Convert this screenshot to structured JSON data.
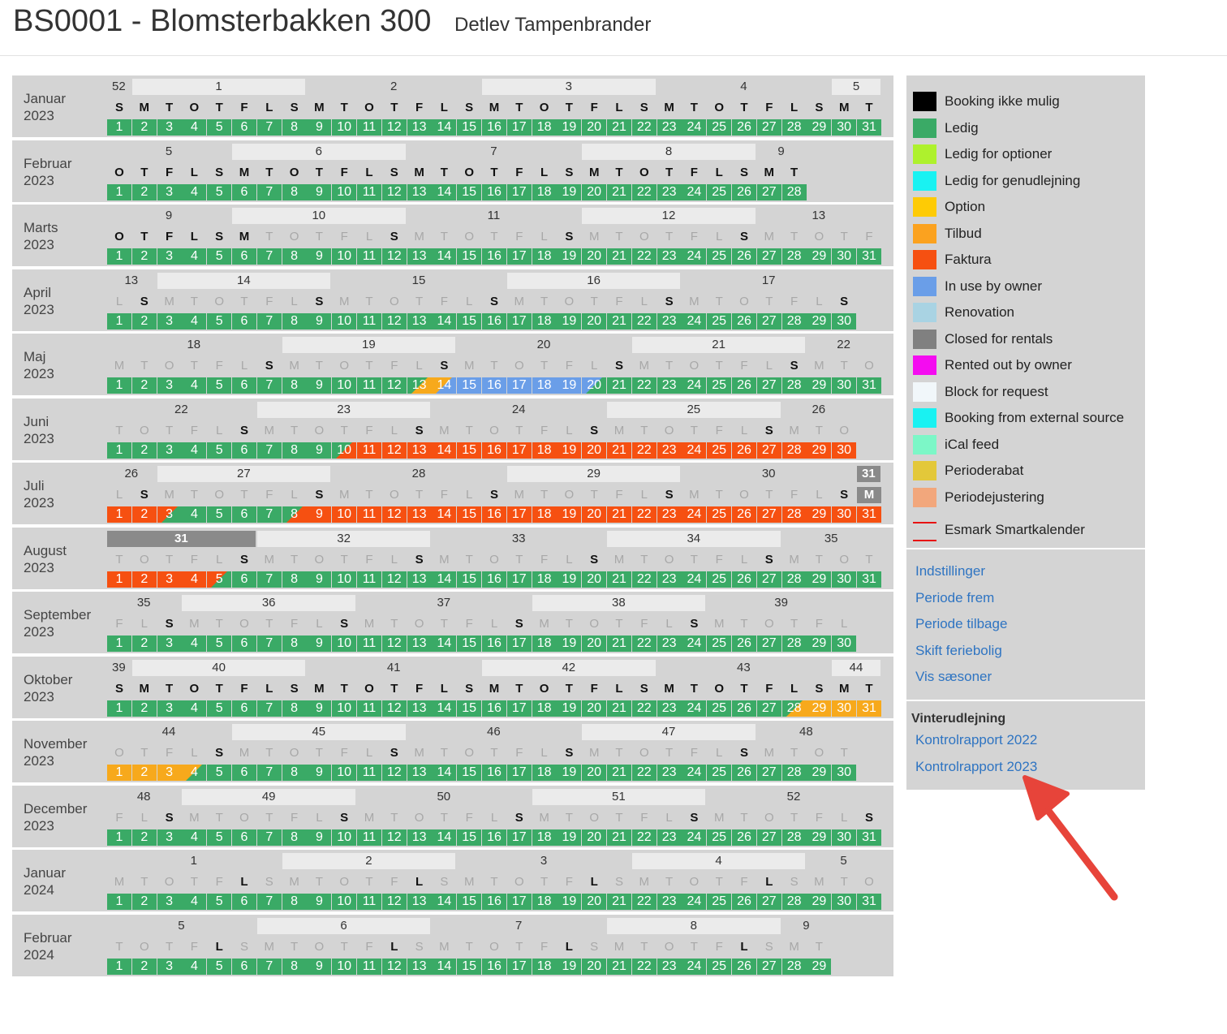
{
  "page": {
    "title": "BS0001 - Blomsterbakken 300",
    "owner": "Detlev Tampenbrander"
  },
  "colors": {
    "ledig": "#3aaa66",
    "option": "#f7a91c",
    "faktura": "#f65011",
    "in_use_owner": "#6a9ee8",
    "closed": "#888888"
  },
  "months": [
    {
      "label": "Januar\n2023",
      "first": "S",
      "days": 31,
      "firstBold": false,
      "weeks": [
        "52",
        "1",
        "2",
        "3",
        "4",
        "5"
      ],
      "segs": []
    },
    {
      "label": "Februar\n2023",
      "first": "O",
      "days": 28,
      "firstBold": true,
      "weeks": [
        "5",
        "6",
        "7",
        "8",
        "9"
      ],
      "segs": []
    },
    {
      "label": "Marts\n2023",
      "first": "O",
      "days": 31,
      "firstBold": true,
      "boldUntil": 6,
      "weeks": [
        "9",
        "10",
        "11",
        "12",
        "13"
      ],
      "segs": []
    },
    {
      "label": "April\n2023",
      "first": "L",
      "days": 30,
      "weeks": [
        "13",
        "14",
        "15",
        "16",
        "17"
      ],
      "segs": []
    },
    {
      "label": "Maj\n2023",
      "first": "M",
      "days": 31,
      "weeks": [
        "18",
        "19",
        "20",
        "21",
        "22"
      ],
      "segs": [
        {
          "d": 13,
          "t": "split",
          "a": "option",
          "b": "ledig"
        },
        {
          "d": 14,
          "t": "split",
          "a": "in_use_owner",
          "b": "option"
        },
        {
          "from": 15,
          "to": 19,
          "c": "in_use_owner"
        },
        {
          "d": 20,
          "t": "split",
          "a": "ledig",
          "b": "in_use_owner"
        }
      ]
    },
    {
      "label": "Juni\n2023",
      "first": "T",
      "days": 30,
      "weeks": [
        "22",
        "23",
        "24",
        "25",
        "26"
      ],
      "segs": [
        {
          "d": 10,
          "t": "split",
          "a": "faktura",
          "b": "ledig"
        },
        {
          "from": 11,
          "to": 30,
          "c": "faktura"
        }
      ]
    },
    {
      "label": "Juli\n2023",
      "first": "L",
      "days": 31,
      "weeks": [
        "26",
        "27",
        "28",
        "29",
        "30",
        "31"
      ],
      "lastWeekGray": true,
      "segs": [
        {
          "from": 1,
          "to": 2,
          "c": "faktura"
        },
        {
          "d": 3,
          "t": "split",
          "a": "ledig",
          "b": "faktura"
        },
        {
          "from": 4,
          "to": 7,
          "c": "ledig"
        },
        {
          "d": 8,
          "t": "split",
          "a": "faktura",
          "b": "ledig"
        },
        {
          "from": 9,
          "to": 31,
          "c": "faktura"
        }
      ]
    },
    {
      "label": "August\n2023",
      "first": "T",
      "days": 31,
      "firstWeekGray": true,
      "weeks": [
        "31",
        "32",
        "33",
        "34",
        "35"
      ],
      "segs": [
        {
          "from": 1,
          "to": 4,
          "c": "faktura"
        },
        {
          "d": 5,
          "t": "split",
          "a": "ledig",
          "b": "faktura"
        }
      ]
    },
    {
      "label": "September\n2023",
      "first": "F",
      "days": 30,
      "weeks": [
        "35",
        "36",
        "37",
        "38",
        "39"
      ],
      "segs": []
    },
    {
      "label": "Oktober\n2023",
      "first": "S",
      "days": 31,
      "firstBold": true,
      "weeks": [
        "39",
        "40",
        "41",
        "42",
        "43",
        "44"
      ],
      "segs": [
        {
          "d": 28,
          "t": "split",
          "a": "option",
          "b": "ledig"
        },
        {
          "from": 29,
          "to": 31,
          "c": "option"
        }
      ]
    },
    {
      "label": "November\n2023",
      "first": "O",
      "days": 30,
      "weeks": [
        "44",
        "45",
        "46",
        "47",
        "48"
      ],
      "segs": [
        {
          "from": 1,
          "to": 3,
          "c": "option"
        },
        {
          "d": 4,
          "t": "split",
          "a": "ledig",
          "b": "option"
        }
      ]
    },
    {
      "label": "December\n2023",
      "first": "F",
      "days": 31,
      "weeks": [
        "48",
        "49",
        "50",
        "51",
        "52"
      ],
      "segs": []
    },
    {
      "label": "Januar\n2024",
      "first": "M",
      "days": 31,
      "weeks": [
        "1",
        "2",
        "3",
        "4",
        "5"
      ],
      "segs": []
    },
    {
      "label": "Februar\n2024",
      "first": "T",
      "days": 29,
      "weeks": [
        "5",
        "6",
        "7",
        "8",
        "9"
      ],
      "segs": []
    }
  ],
  "legend": [
    {
      "label": "Booking ikke mulig",
      "color": "#000000"
    },
    {
      "label": "Ledig",
      "color": "#3aaa66"
    },
    {
      "label": "Ledig for optioner",
      "color": "#aef12d"
    },
    {
      "label": "Ledig for genudlejning",
      "color": "#19f2f2"
    },
    {
      "label": "Option",
      "color": "#fecb05"
    },
    {
      "label": "Tilbud",
      "color": "#fba21f"
    },
    {
      "label": "Faktura",
      "color": "#f65011"
    },
    {
      "label": "In use by owner",
      "color": "#6a9ee8"
    },
    {
      "label": "Renovation",
      "color": "#a9d3e3"
    },
    {
      "label": "Closed for rentals",
      "color": "#808080"
    },
    {
      "label": "Rented out by owner",
      "color": "#f40cf0"
    },
    {
      "label": "Block for request",
      "color": "#f1f7fa"
    },
    {
      "label": "Booking from external source",
      "color": "#19f2f2"
    },
    {
      "label": "iCal feed",
      "color": "#7cf7c7"
    },
    {
      "label": "Perioderabat",
      "color": "#e3c83a"
    },
    {
      "label": "Periodejustering",
      "color": "#f2a77c"
    },
    {
      "label": "Esmark Smartkalender",
      "color": "#e71212",
      "line": true
    }
  ],
  "links": [
    "Indstillinger",
    "Periode frem",
    "Periode tilbage",
    "Skift feriebolig",
    "Vis sæsoner"
  ],
  "vinter": {
    "heading": "Vinterudlejning",
    "links": [
      "Kontrolrapport 2022",
      "Kontrolrapport 2023"
    ]
  }
}
